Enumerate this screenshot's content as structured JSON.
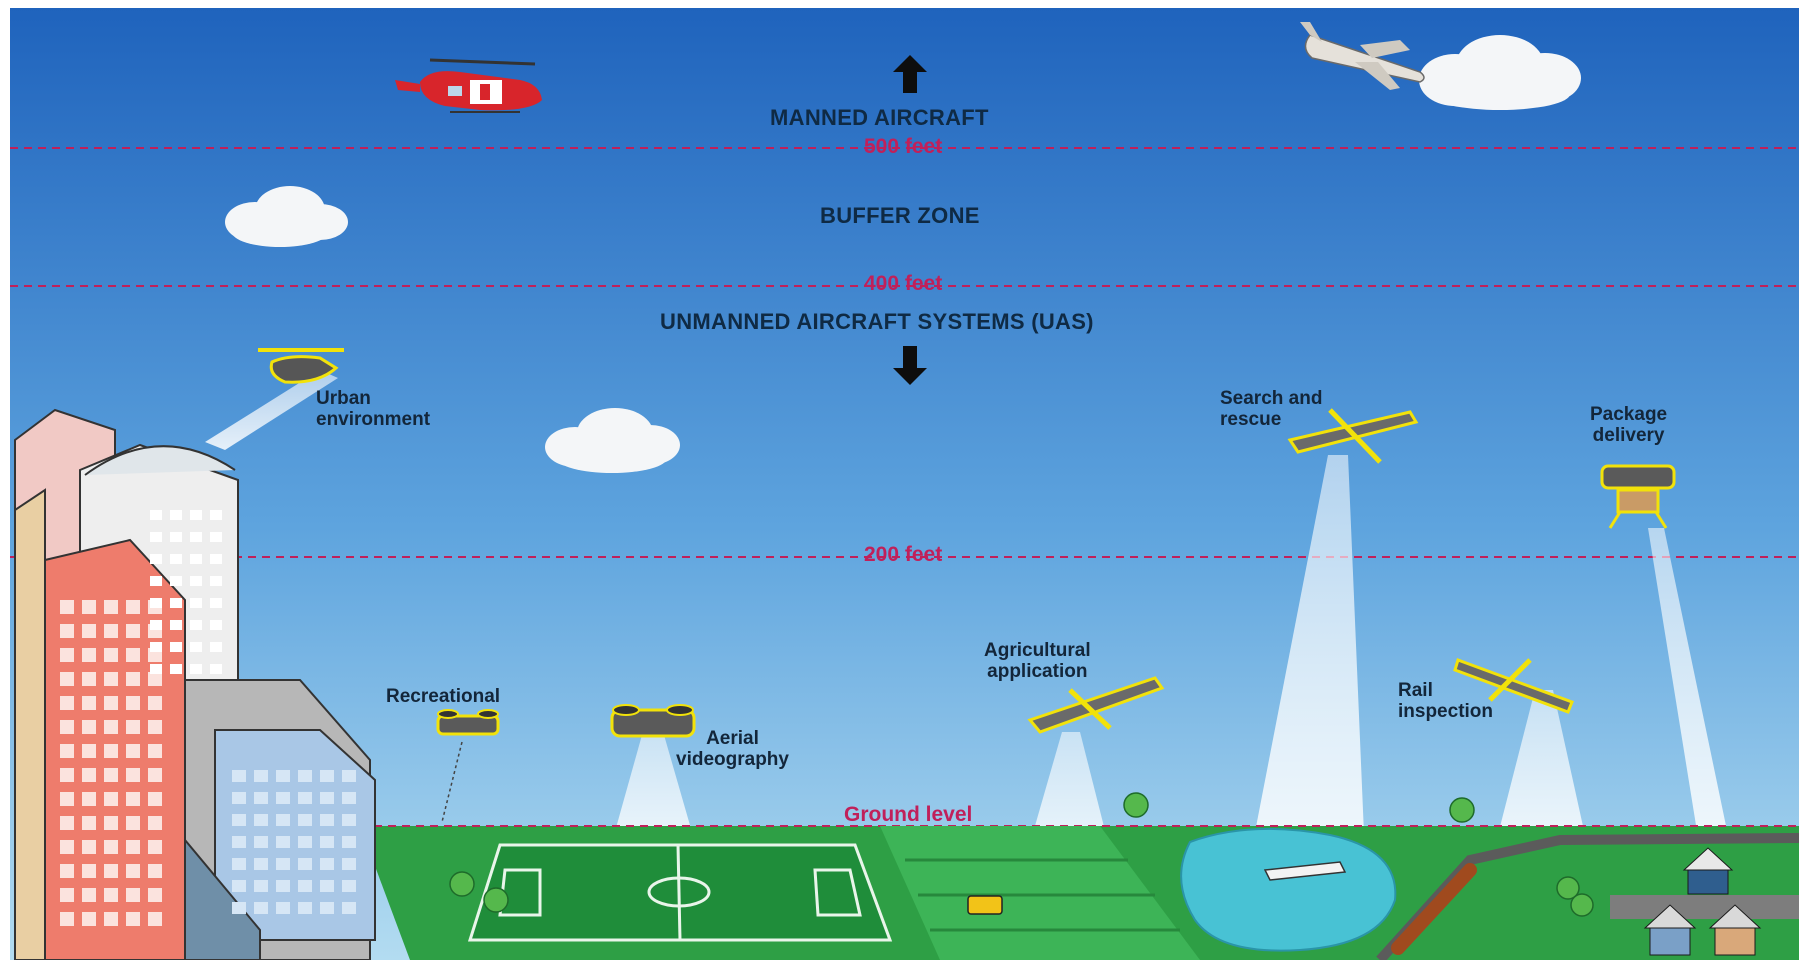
{
  "zones": {
    "manned": "MANNED AIRCRAFT",
    "buffer": "BUFFER ZONE",
    "uas": "UNMANNED AIRCRAFT SYSTEMS (UAS)"
  },
  "altitudes": {
    "a500": "500 feet",
    "a400": "400 feet",
    "a200": "200 feet",
    "ground": "Ground level"
  },
  "applications": {
    "urban": [
      "Urban",
      "environment"
    ],
    "recreational": [
      "Recreational"
    ],
    "aerial_videography": [
      "Aerial",
      "videography"
    ],
    "agricultural": [
      "Agricultural",
      "application"
    ],
    "search_rescue": [
      "Search and",
      "rescue"
    ],
    "rail_inspection": [
      "Rail",
      "inspection"
    ],
    "package_delivery": [
      "Package",
      "delivery"
    ]
  },
  "colors": {
    "sky_top": "#1f63bd",
    "sky_bottom": "#a9d6ef",
    "altitude_line": "#c0205a",
    "grass": "#2e9f45",
    "drone_outline": "#f2e20a"
  }
}
